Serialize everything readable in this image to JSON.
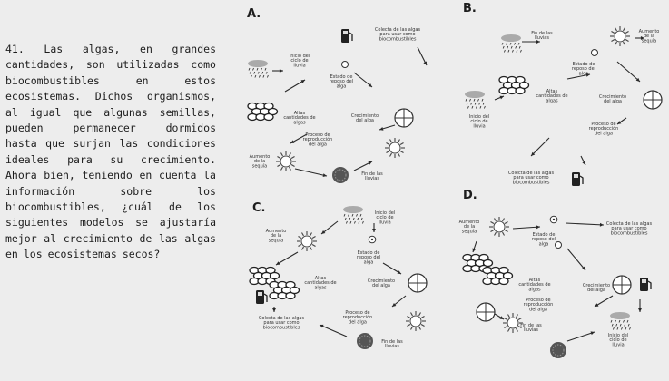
{
  "question": {
    "number": "41.",
    "lines": [
      [
        "Las",
        "algas,",
        "en",
        "grandes"
      ],
      [
        "cantidades,",
        "son",
        "utilizadas",
        "como"
      ],
      [
        "biocombustibles",
        "en",
        "estos"
      ],
      [
        "ecosistemas.",
        "Dichos",
        "organismos,"
      ],
      [
        "al",
        "igual",
        "que",
        "algunas",
        "semillas,"
      ],
      [
        "pueden",
        "permanecer",
        "dormidos"
      ],
      [
        "hasta",
        "que",
        "surjan",
        "las",
        "condiciones"
      ],
      [
        "ideales",
        "para",
        "su",
        "crecimiento."
      ],
      [
        "Ahora",
        "bien,",
        "teniendo",
        "en",
        "cuenta",
        "la"
      ],
      [
        "información",
        "sobre",
        "los"
      ],
      [
        "biocombustibles,",
        "¿cuál",
        "de",
        "los"
      ],
      [
        "siguientes",
        "modelos",
        "se",
        "ajustaría"
      ],
      [
        "mejor",
        "al",
        "crecimiento",
        "de",
        "las",
        "algas"
      ],
      [
        "en",
        "los",
        "ecosistemas",
        "secos?"
      ]
    ]
  },
  "options": {
    "a": "A.",
    "b": "B.",
    "c": "C.",
    "d": "D."
  },
  "stages": {
    "inicio": [
      "Inicio del",
      "ciclo de",
      "lluvia"
    ],
    "reposo": [
      "Estado de",
      "reposo del",
      "alga"
    ],
    "crecimiento": [
      "Crecimiento",
      "del alga"
    ],
    "reproduccion": [
      "Proceso de",
      "reproducción",
      "del alga"
    ],
    "fin": [
      "Fin de las",
      "lluvias"
    ],
    "aumento": [
      "Aumento",
      "de la",
      "sequía"
    ],
    "altas": [
      "Altas",
      "cantidades de",
      "algas"
    ],
    "colecta": [
      "Colecta de las algas",
      "para usar como",
      "biocombustibles"
    ]
  }
}
